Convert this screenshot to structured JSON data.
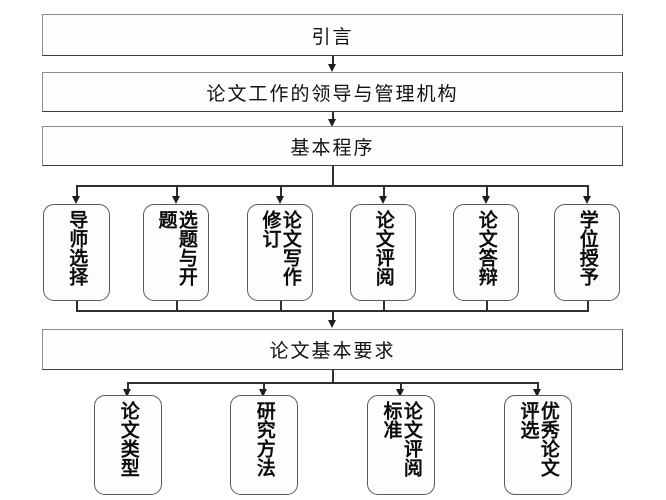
{
  "diagram": {
    "title": "论文工作流程图",
    "type": "flowchart",
    "orientation": "top-to-bottom",
    "text_direction": "vertical-right-to-left",
    "colors": {
      "background": "#ffffff",
      "box_fill": "#fefefe",
      "box_border": "#5a5a5a",
      "connector": "#2f2f2f",
      "text": "#111111"
    },
    "top_chain": [
      {
        "id": "intro",
        "label": "引言"
      },
      {
        "id": "leadership",
        "label": "论文工作的领导与管理机构"
      },
      {
        "id": "procedure",
        "label": "基本程序"
      }
    ],
    "procedure_steps": [
      {
        "id": "step-1",
        "columns": [
          "导师选择"
        ],
        "full": "导师选择"
      },
      {
        "id": "step-2",
        "columns": [
          "选题与开",
          "题"
        ],
        "full": "选题与开题"
      },
      {
        "id": "step-3",
        "columns": [
          "论文写作",
          "修订"
        ],
        "full": "论文写作修订"
      },
      {
        "id": "step-4",
        "columns": [
          "论文评阅"
        ],
        "full": "论文评阅"
      },
      {
        "id": "step-5",
        "columns": [
          "论文答辩"
        ],
        "full": "论文答辩"
      },
      {
        "id": "step-6",
        "columns": [
          "学位授予"
        ],
        "full": "学位授予"
      }
    ],
    "requirements_node": {
      "id": "requirements",
      "label": "论文基本要求"
    },
    "requirement_items": [
      {
        "id": "req-1",
        "columns": [
          "论文类型"
        ],
        "full": "论文类型"
      },
      {
        "id": "req-2",
        "columns": [
          "研究方法"
        ],
        "full": "研究方法"
      },
      {
        "id": "req-3",
        "columns": [
          "论文评阅",
          "标准"
        ],
        "full": "论文评阅标准"
      },
      {
        "id": "req-4",
        "columns": [
          "优秀论文",
          "评选"
        ],
        "full": "优秀论文评选"
      }
    ]
  }
}
